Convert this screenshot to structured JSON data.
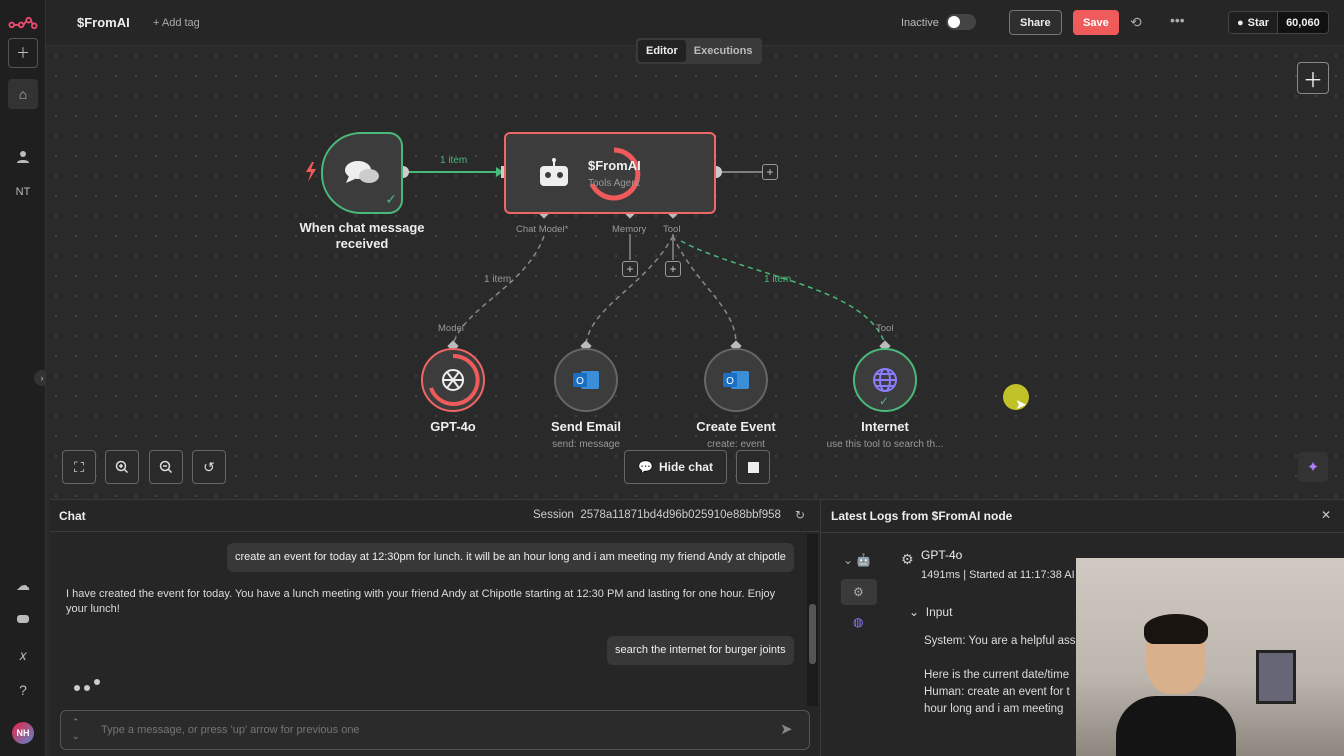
{
  "header": {
    "workflow_title": "$FromAI",
    "add_tag": "+ Add tag",
    "status_label": "Inactive",
    "share_label": "Share",
    "save_label": "Save",
    "star_label": "Star",
    "star_count": "60,060"
  },
  "sidebar": {
    "project_initials": "NT",
    "user_initials": "NH"
  },
  "canvas": {
    "tabs": [
      {
        "label": "Editor"
      },
      {
        "label": "Executions"
      }
    ],
    "edge_main_label": "1 item",
    "edge_model_label": "1 item",
    "edge_tool_label": "1 item",
    "nodes": {
      "trigger": {
        "label_line1": "When chat message",
        "label_line2": "received"
      },
      "agent": {
        "title": "$FromAI",
        "subtitle": "Tools Agent"
      },
      "ports": {
        "chat_model": "Chat Model*",
        "memory": "Memory",
        "tool": "Tool"
      },
      "gpt": {
        "label": "GPT-4o",
        "port": "Model"
      },
      "send_email": {
        "label": "Send Email",
        "sub": "send: message"
      },
      "create_event": {
        "label": "Create Event",
        "sub": "create: event"
      },
      "internet": {
        "label": "Internet",
        "sub": "use this tool to search th...",
        "port": "Tool"
      }
    },
    "hide_chat_label": "Hide chat"
  },
  "chat": {
    "title": "Chat",
    "session_label": "Session",
    "session_id": "2578a11871bd4d96b025910e88bbf958",
    "messages": [
      {
        "role": "user",
        "text": "create an event for today at 12:30pm for lunch. it will be an hour long and i am meeting my friend Andy at chipotle"
      },
      {
        "role": "bot",
        "text_line1": "I have created the event for today. You have a lunch meeting with your friend Andy at Chipotle starting at 12:30 PM and lasting for one hour. Enjoy",
        "text_line2": "your lunch!"
      },
      {
        "role": "user",
        "text": "search the internet for burger joints"
      }
    ],
    "input_placeholder": "Type a message, or press 'up' arrow for previous one"
  },
  "logs": {
    "title": "Latest Logs from $FromAI node",
    "model": "GPT-4o",
    "meta": "1491ms | Started at 11:17:38 AI",
    "input_header": "Input",
    "lines": [
      "System: You are a helpful ass",
      "Here is the current date/time",
      "Human: create an event for t",
      "hour long and i am meeting"
    ]
  }
}
